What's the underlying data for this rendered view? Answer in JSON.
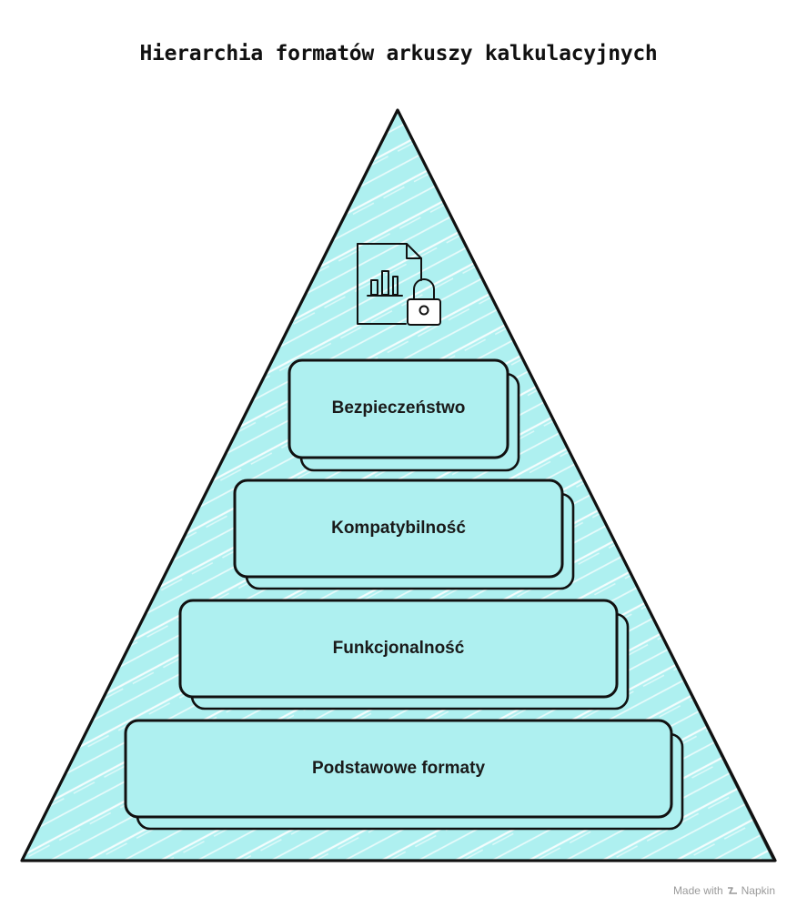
{
  "title": "Hierarchia formatów arkuszy kalkulacyjnych",
  "layers": [
    {
      "label": "Bezpieczeństwo"
    },
    {
      "label": "Kompatybilność"
    },
    {
      "label": "Funkcjonalność"
    },
    {
      "label": "Podstawowe formaty"
    }
  ],
  "icon": "spreadsheet-lock-icon",
  "footer": {
    "made_with": "Made with",
    "brand": "Napkin"
  },
  "colors": {
    "fill": "#aef0f0",
    "stroke": "#111111",
    "hatch": "#ffffff"
  }
}
